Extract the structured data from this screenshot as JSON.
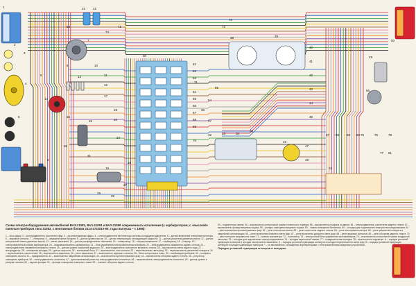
{
  "legend": {
    "title": "Схема электрооборудования автомобилей ВАЗ-21083, ВАЗ-21093 и ВАЗ-21099 современного исполнения (с карбюратором; с «высокой» панелью приборов типа 21083, с монтажным блоком 2114-3722010-60; годы выпуска – с 1996):",
    "items_text": "1 – блок-фары; 2 – электродвигатель очистителя фар; 3 – противотуманные фары; 4 – электродвигатель вентилятора системы охлаждения двигателя; 5 – датчик включения электровентилятора; 6 – звуковые сигналы; 7 – генератор; 8 – аккумуляторная батарея; 9 – датчик уровня масла; 10 – датчик температуры охлаждающей жидкости; 11 – датчик указателя давления масла; 12 – датчик контрольной лампы давления масла; 13 – свечи зажигания; 14 – датчик-распределитель зажигания; 15 – коммутатор; 16 – катушка зажигания; 17 – карбюратор; 18 – стартер; 19 – электромагнитный клапан карбюратора; 20 – микровыключатель карбюратора; 21 – блок управления электромагнитным клапаном; 22 – электродвигатель омывателя заднего стекла; 23 – электродвигатель омывателя ветрового стекла; 24 – датчик уровня тормозной жидкости; 25 – электродвигатель очистителя ветрового стекла; 26 – выключатель света заднего хода; 27 – моторедуктор; 28 – штекерная колодка; 29 – датчик скорости; 30 – монтажный блок; 31 – выключатель стоп-сигнала; 32 – переключатель света фар; 33 – переключатель указателей поворота; 34 – переключатель очистителей; 35 – выключатель зажигания; 36 – реле зажигания; 37 – выключатель звукового сигнала; 38 – блок контрольных ламп; 39 – комбинация приборов; 40 – плафоны освещения салона; 41 – прикуриватель; 42 – выключатель аварийной сигнализации; 43 – выключатель противотуманных фар; 44 – выключатель обогрева заднего стекла; 45 – регулятор освещения приборов; 46 – электродвигатель отопителя; 47 – дополнительный резистор электродвигателя отопителя; 48 – переключатель электродвигателя отопителя; 49 – датчик уровня и резерва топлива; 50 – задние фонари; 51 – фонари освещения номерного знака; 52 – элемент обогрева заднего стекла.",
    "order_title": "Порядок условной нумерации штекеров в колодках:",
    "right_text": "53 – подкапотная лампа; 54 – выключатель контрольной лампы стояночного тормоза; 55 – выключатель плафона на двери; 56 – электродвигатель очистителя заднего стекла; 57 – выключатель фонаря вещевого ящика; 58 – фонарь освещения вещевого ящика; 59 – лампа освещения багажника; 60 – колодка для подключения электростеклоподъемников; 61 – реле включения противотуманных фар; 62 – реле стеклоочистителя; 63 – реле очистителя заднего стекла; 64 – реле электровентилятора; 65 – реле указателей поворота и аварийной сигнализации; 66 – реле включения ближнего света фар; 67 – реле включения дальнего света фар; 68 – реле звуковых сигналов; 69 – реле обогрева заднего стекла; 70 – реле контроля исправности ламп; 71 – клапан эконометра; 72 – эконометр; 73 – электронный блок управления экономайзером; 74 – выключатель контрольной лампы воздушной заслонки; 75 – колодка для подключения электроподъемника; 76 – колодка переносной лампы; 77 – соединительная колодка; 78 – выключатель подсветки. А – порядок условной нумерации штекеров в колодке выключателя зажигания; Б – порядок условной нумерации штекеров в колодке переключателя света фар; В – порядок условной нумерации штекеров в колодке комбинации приборов. * – на автомобилях, оснащенных карбюраторами с электромагнитным запорным устройством."
  },
  "callouts": [
    "1",
    "2",
    "3",
    "4",
    "5",
    "6",
    "7",
    "8",
    "9",
    "10",
    "11",
    "12",
    "13",
    "14",
    "15",
    "16",
    "17",
    "18",
    "19",
    "20",
    "21",
    "22",
    "23",
    "24",
    "25",
    "26",
    "27",
    "28",
    "29",
    "30",
    "31",
    "32",
    "33",
    "34",
    "35",
    "36",
    "37",
    "38",
    "39",
    "40",
    "41",
    "42",
    "43",
    "44",
    "45",
    "46",
    "47",
    "48",
    "49",
    "50",
    "51",
    "52",
    "53",
    "54",
    "55",
    "56",
    "57",
    "58",
    "59",
    "60",
    "61",
    "62",
    "63",
    "64",
    "65",
    "66",
    "67",
    "68",
    "69",
    "70",
    "71",
    "72",
    "73",
    "74",
    "75",
    "76",
    "77",
    "78"
  ],
  "colors": {
    "background": "#f6f2e8",
    "wire_red": "#d8262b",
    "wire_blue": "#1f5fbf",
    "wire_green": "#2e9a3a",
    "wire_black": "#1b1b1b",
    "wire_yellow": "#e8c21a",
    "wire_brown": "#8a4a1d",
    "wire_pink": "#e27aa8",
    "wire_gray": "#8f8f8f",
    "wire_orange": "#ef7d1f",
    "wire_violet": "#7a3fa8",
    "headlamp": "#4f8fd8",
    "taillamp": "#d7222f",
    "relay_block": "#8fc3e6",
    "component_yellow": "#f1d22c"
  }
}
